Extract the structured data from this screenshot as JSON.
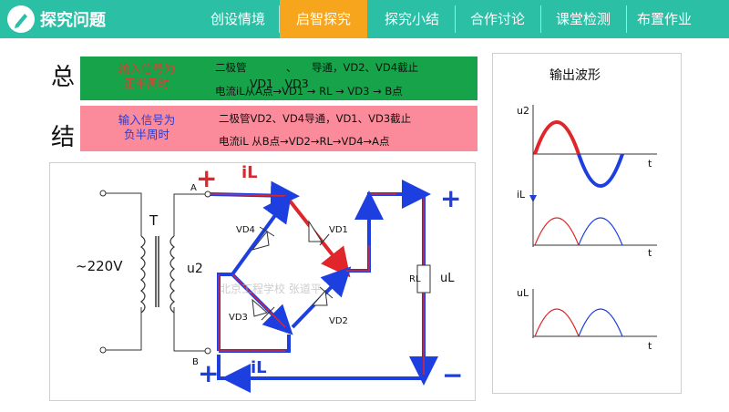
{
  "header": {
    "title": "探究问题",
    "tabs": [
      {
        "label": "创设情境",
        "active": false
      },
      {
        "label": "启智探究",
        "active": true
      },
      {
        "label": "探究小结",
        "active": false
      },
      {
        "label": "合作讨论",
        "active": false
      },
      {
        "label": "课堂检测",
        "active": false
      },
      {
        "label": "布置作业",
        "active": false
      }
    ]
  },
  "summary": {
    "label_top": "总",
    "label_bottom": "结",
    "positive": {
      "label_line1": "输入信号为",
      "label_line2": "正半周时",
      "text_line1a": "二极管",
      "text_line1b": "、",
      "text_line1c": "导通，VD2、VD4截止",
      "text_overlay": "VD1　VD3",
      "text_line2": "电流iL从A点→VD1 → RL → VD3 → B点"
    },
    "negative": {
      "label_line1": "输入信号为",
      "label_line2": "负半周时",
      "text_line1": "二极管VD2、VD4导通，VD1、VD3截止",
      "text_line2": "电流iL 从B点→VD2→RL→VD4→A点"
    }
  },
  "circuit": {
    "source": "~220V",
    "transformer": "T",
    "u2": "u2",
    "node_a": "A",
    "node_b": "B",
    "vd1": "VD1",
    "vd2": "VD2",
    "vd3": "VD3",
    "vd4": "VD4",
    "rl": "RL",
    "ul": "uL",
    "il_top": "iL",
    "il_bottom": "iL",
    "plus": "+",
    "minus": "−",
    "watermark": "北京工程学校 张道平"
  },
  "waveforms": {
    "title": "输出波形",
    "u2_label": "u2",
    "il_label": "iL",
    "ul_label": "uL",
    "t_label": "t"
  },
  "colors": {
    "accent": "#2bbfa6",
    "active_tab": "#f7a51c",
    "positive_row": "#16a34a",
    "negative_row": "#fb8a9a",
    "current_blue": "#1d3fe0",
    "current_red": "#e0262b"
  }
}
